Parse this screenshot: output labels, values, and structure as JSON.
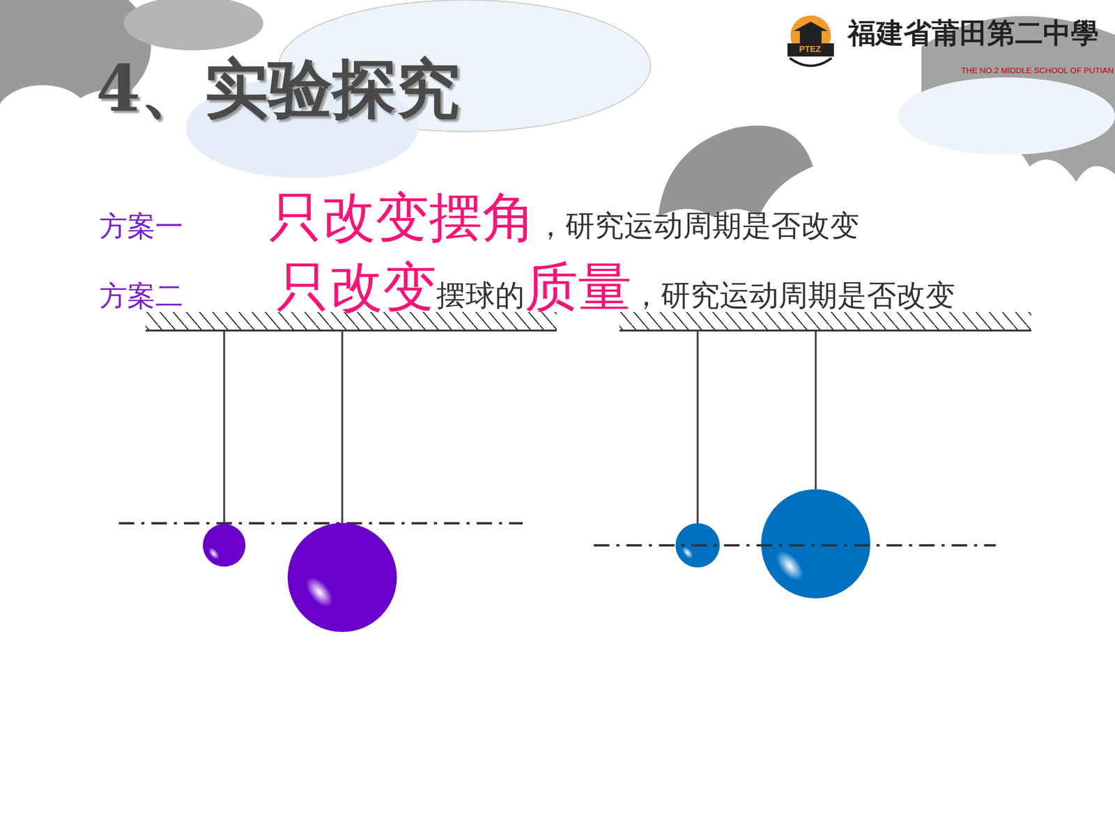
{
  "diagram": {
    "title": "4、实验探究",
    "labels": [
      "福建省莆田第二中學",
      "THE NO.2 MIDDLE SCHOOL OF PUTIAN",
      "PTEZ",
      "方案一",
      "只改变摆角",
      "，研究运动周期是否改变",
      "方案二",
      "只改变",
      "摆球的",
      "质量",
      "，研究运动周期是否改变"
    ]
  }
}
